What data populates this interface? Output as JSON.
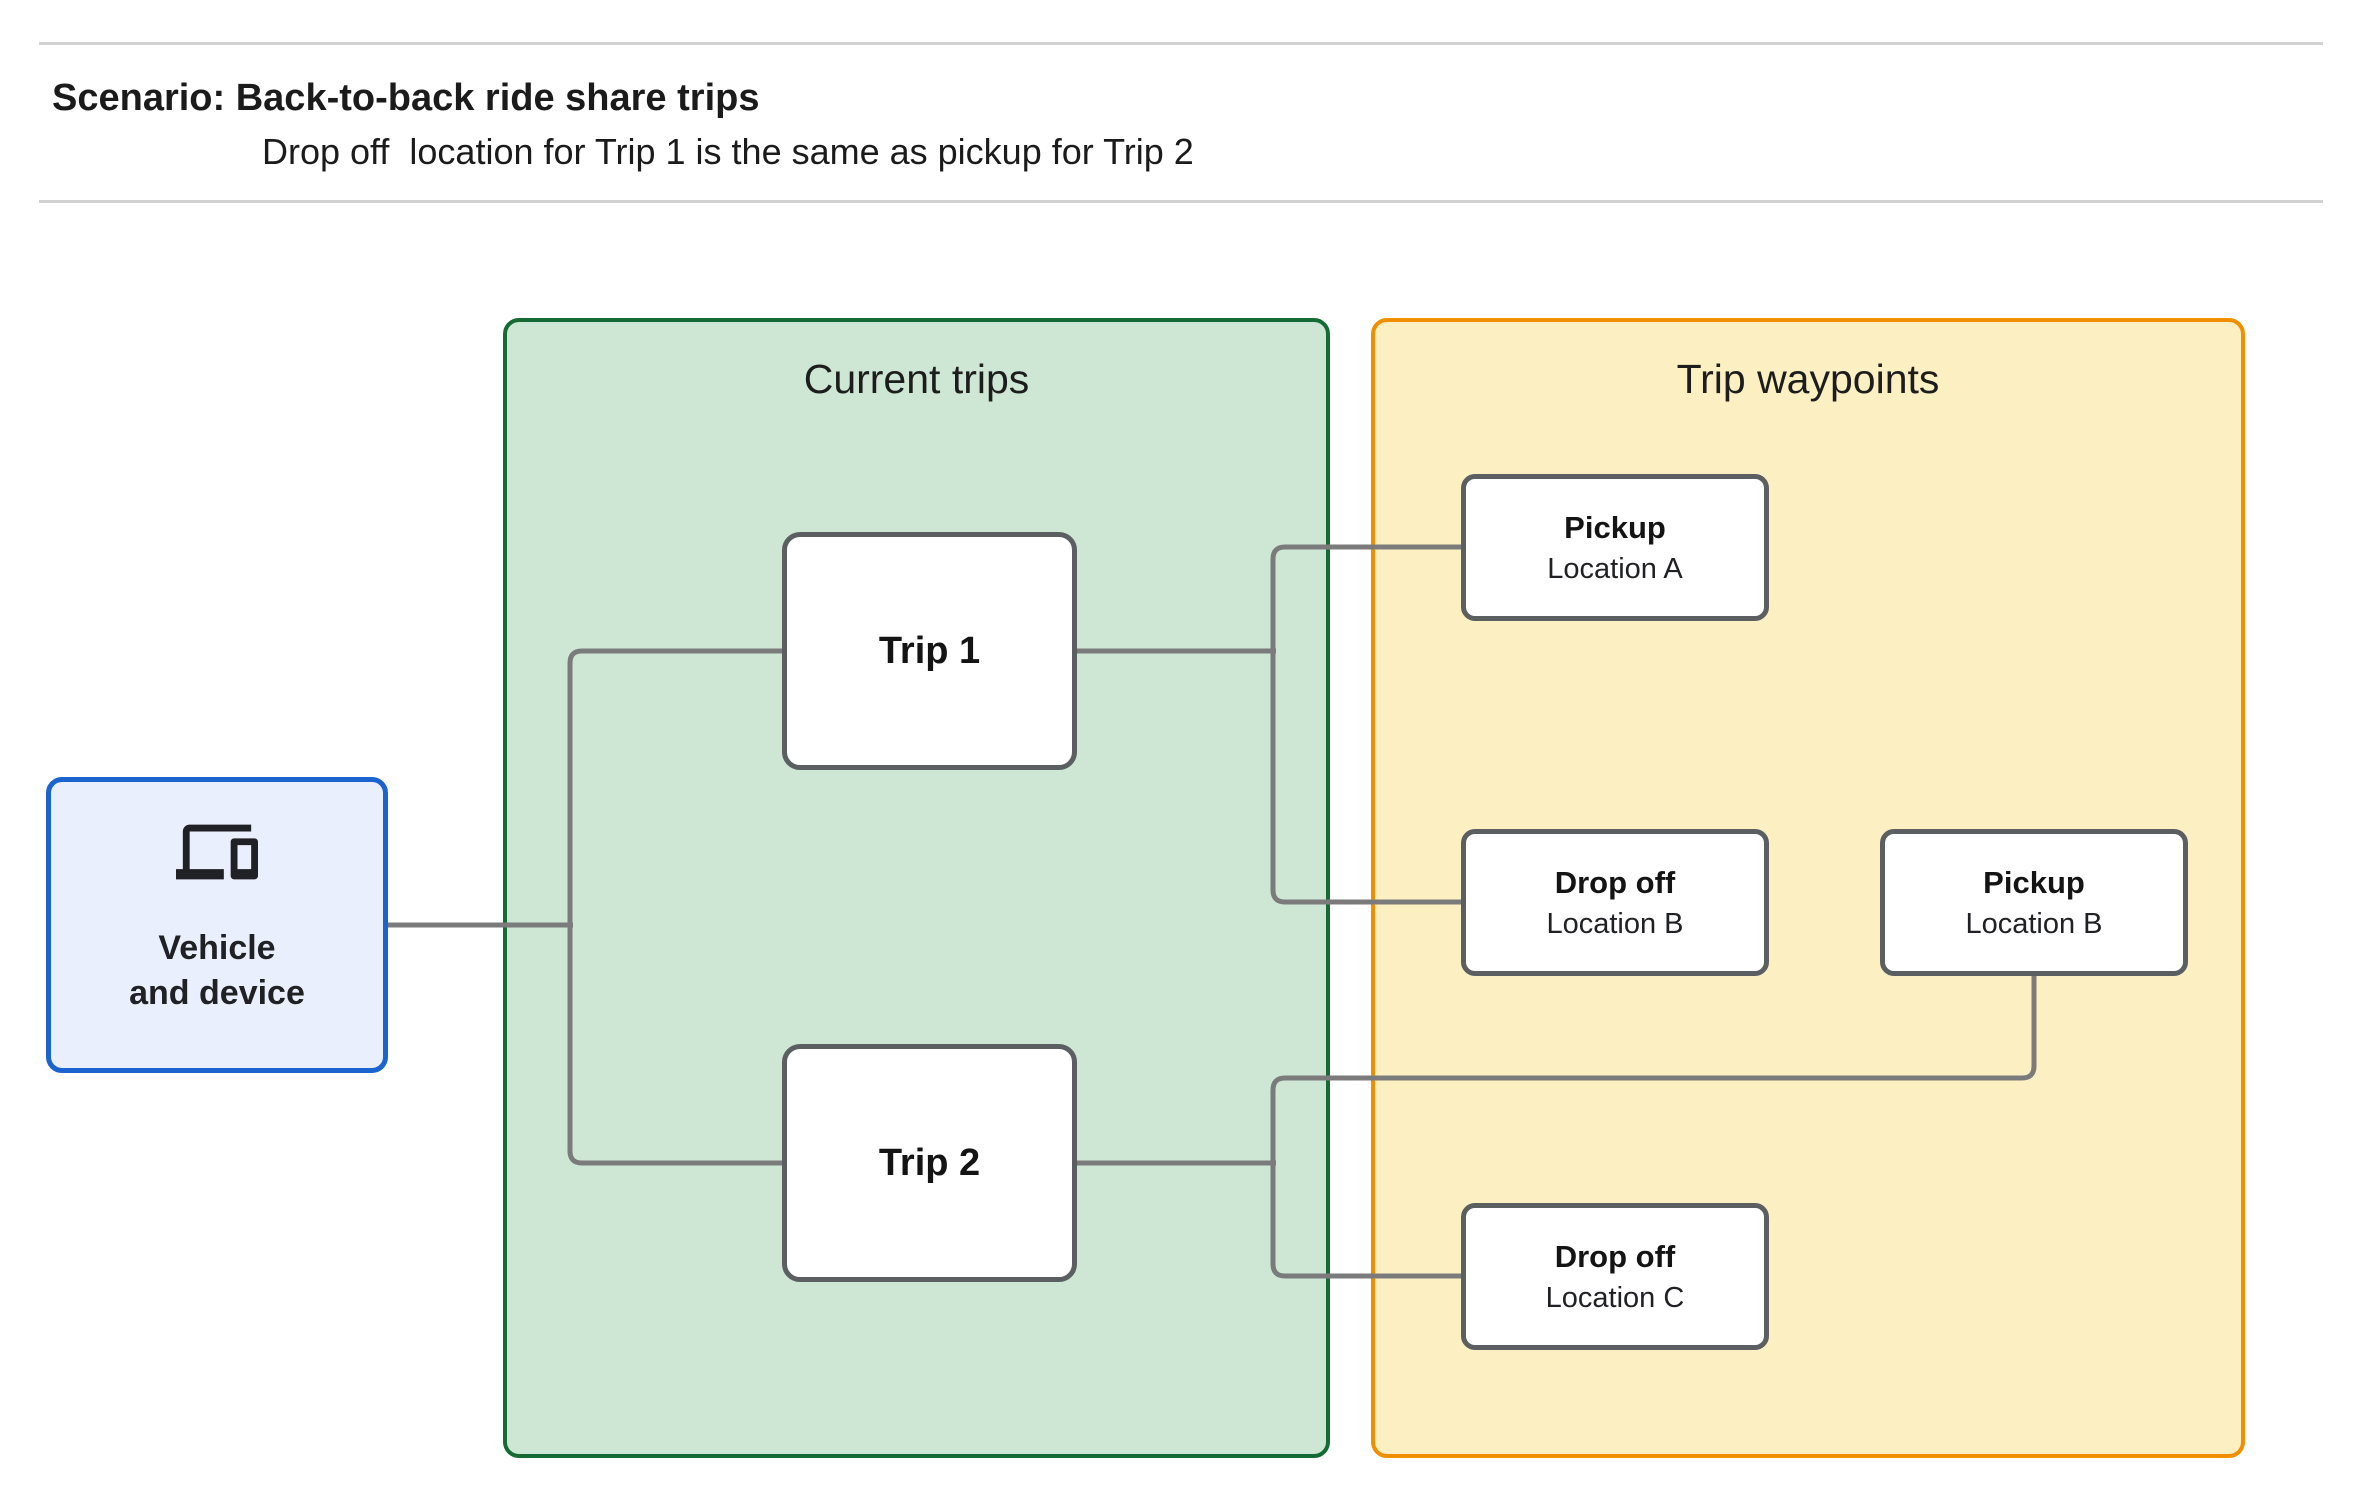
{
  "header": {
    "title": "Scenario: Back-to-back ride share trips",
    "subtitle": "Drop off  location for Trip 1 is the same as pickup for Trip 2"
  },
  "vehicle": {
    "icon": "devices-icon",
    "label_line1": "Vehicle",
    "label_line2": "and device"
  },
  "panels": {
    "current_trips": {
      "title": "Current trips"
    },
    "trip_waypoints": {
      "title": "Trip waypoints"
    }
  },
  "trips": [
    {
      "label": "Trip 1"
    },
    {
      "label": "Trip 2"
    }
  ],
  "waypoints": [
    {
      "title": "Pickup",
      "location": "Location A"
    },
    {
      "title": "Drop off",
      "location": "Location B"
    },
    {
      "title": "Pickup",
      "location": "Location B"
    },
    {
      "title": "Drop off",
      "location": "Location C"
    }
  ],
  "colors": {
    "green_fill": "#cee7d4",
    "green_border": "#146c34",
    "orange_fill": "#fcf0c2",
    "orange_border": "#f28f00",
    "blue_fill": "#e9effc",
    "blue_border": "#1b63cf",
    "box_border": "#5c5f62",
    "connector": "#7b7b7b",
    "rule": "#d2d2d2",
    "text": "#1b1b1b"
  }
}
